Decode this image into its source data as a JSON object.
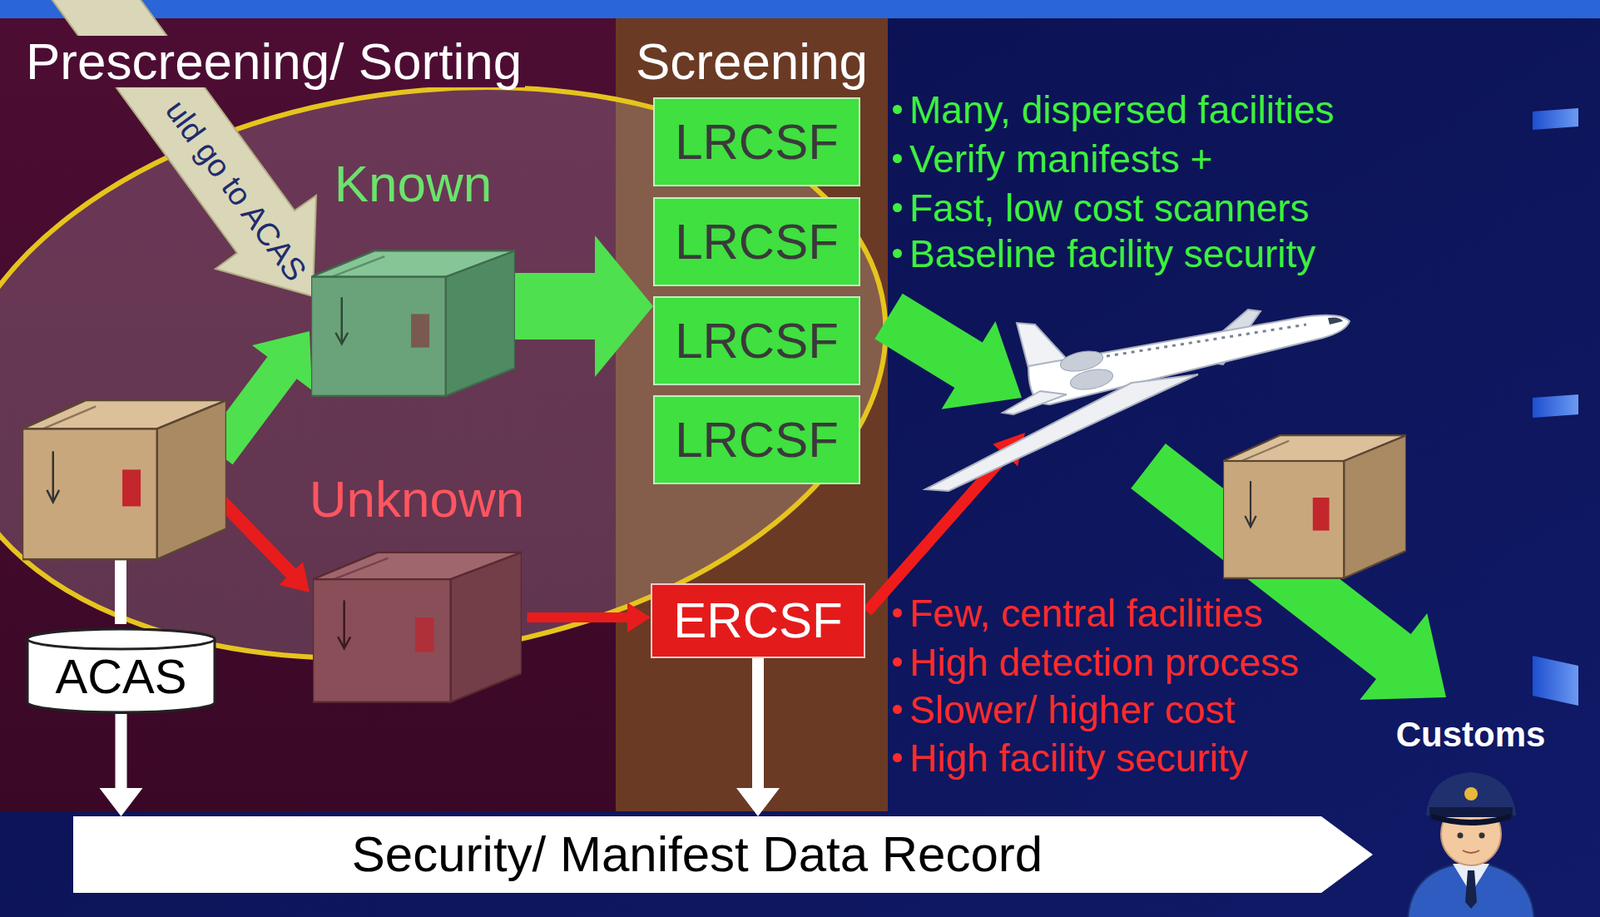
{
  "diagram": {
    "nodes": [
      {
        "text": [
          "Prescreening/ Sorting"
        ]
      },
      {
        "text": [
          "Known"
        ],
        "in": 0
      },
      {
        "text": [
          "Unknown"
        ],
        "in": 0
      },
      {
        "text": [
          "ACAS"
        ],
        "in": 0
      },
      {
        "text": [
          "Screening"
        ]
      },
      {
        "text": [
          "LRCSF"
        ],
        "in": 4
      },
      {
        "text": [
          "LRCSF"
        ],
        "in": 4
      },
      {
        "text": [
          "LRCSF"
        ],
        "in": 4
      },
      {
        "text": [
          "LRCSF"
        ],
        "in": 4
      },
      {
        "text": [
          "ERCSF"
        ],
        "in": 4
      },
      {
        "text": [
          "Security/ Manifest Data Record"
        ]
      },
      {
        "text": [
          "Customs"
        ]
      }
    ],
    "edges": [
      {
        "from": 1,
        "to": 7,
        "arrow": "to"
      },
      {
        "from": 2,
        "to": 9,
        "arrow": "to"
      },
      {
        "from": 3,
        "to": 10,
        "arrow": "to"
      },
      {
        "from": 9,
        "to": 10,
        "arrow": "to"
      }
    ],
    "labels": [
      "uld go to ACAS",
      "Many, dispersed facilities",
      "Verify manifests +",
      "Fast, low cost scanners",
      "Baseline facility security",
      "Few, central facilities",
      "High detection process",
      "Slower/ higher cost",
      "High facility security"
    ]
  }
}
